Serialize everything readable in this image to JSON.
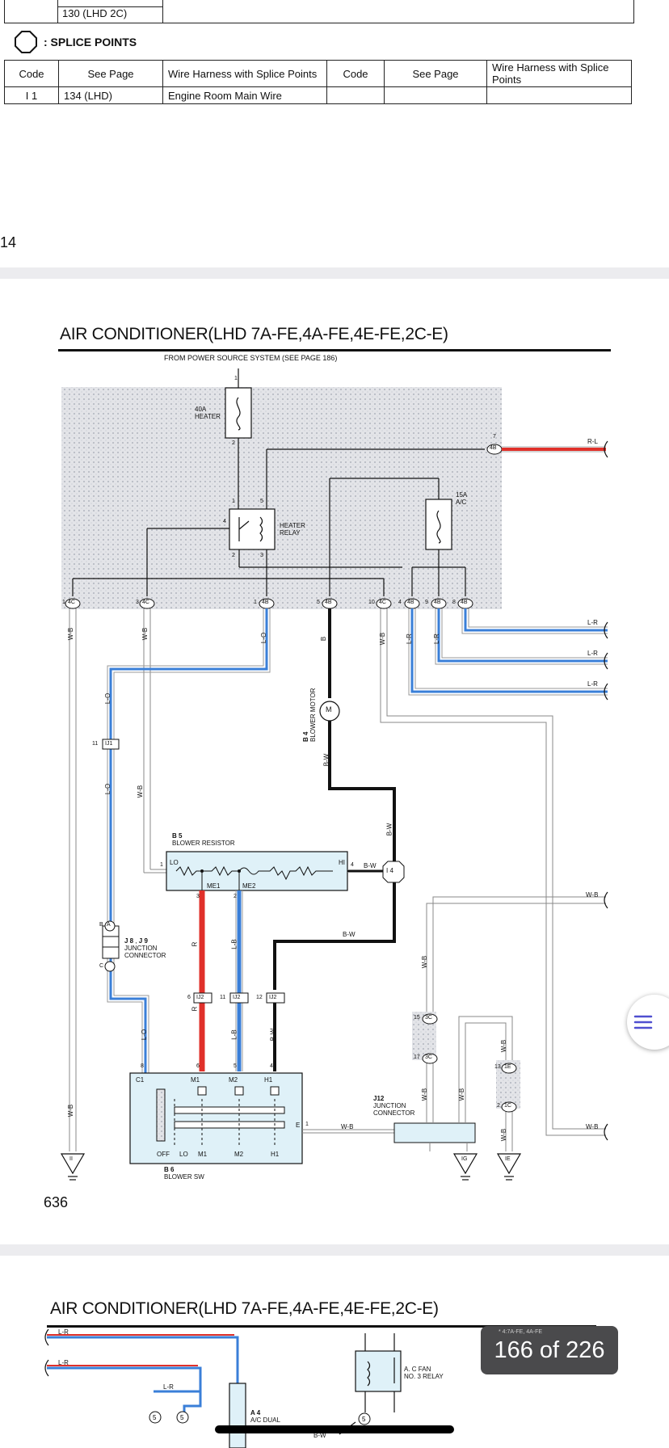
{
  "top_section": {
    "prev_row_see_page": "130 (LHD 2C)",
    "splice_label": ": SPLICE POINTS",
    "headers": [
      "Code",
      "See Page",
      "Wire Harness with Splice Points",
      "Code",
      "See Page",
      "Wire Harness with Splice Points"
    ],
    "row": [
      "I 1",
      "134 (LHD)",
      "Engine Room Main Wire",
      "",
      "",
      ""
    ],
    "page_number": "14"
  },
  "diagram_page": {
    "title": "AIR CONDITIONER(LHD 7A-FE,4A-FE,4E-FE,2C-E)",
    "power_source": "FROM POWER SOURCE SYSTEM (SEE PAGE 186)",
    "fuse_40a": [
      "40A",
      "HEATER"
    ],
    "fuse_15a": [
      "15A",
      "A/C"
    ],
    "heater_relay": [
      "HEATER",
      "RELAY"
    ],
    "blower_motor": [
      "B 4",
      "BLOWER MOTOR"
    ],
    "blower_resistor": [
      "B 5",
      "BLOWER RESISTOR"
    ],
    "blower_sw": [
      "B 6",
      "BLOWER SW"
    ],
    "junction_j8": [
      "J 8",
      "J 9",
      "JUNCTION",
      "CONNECTOR"
    ],
    "junction_j12": [
      "J12",
      "JUNCTION",
      "CONNECTOR"
    ],
    "connectors": {
      "c4c": "4C",
      "c4b": "4B",
      "ij1": "IJ1",
      "ij2": "IJ2",
      "i4": "I 4",
      "c3c": "3C",
      "c1e": "1E",
      "c1c": "1C",
      "ii": "II",
      "ig": "IG",
      "ie": "IE",
      "a": "A",
      "b": "B",
      "c": "C"
    },
    "pins": [
      "1",
      "2",
      "3",
      "4",
      "5",
      "6",
      "7",
      "8",
      "9",
      "10",
      "11",
      "12",
      "13",
      "15",
      "17"
    ],
    "wire_colors": {
      "rl": "R-L",
      "lr": "L-R",
      "wb": "W-B",
      "lo": "L-O",
      "bw": "B-W",
      "r": "R",
      "lb": "L-B",
      "b": "B"
    },
    "sw_labels": [
      "C1",
      "M1",
      "M2",
      "H1",
      "E",
      "OFF",
      "LO",
      "M1",
      "M2",
      "H1"
    ],
    "resistor_labels": [
      "LO",
      "HI",
      "ME1",
      "ME2"
    ],
    "motor_glyph": "M",
    "page_number": "636"
  },
  "next_page": {
    "title": "AIR CONDITIONER(LHD 7A-FE,4A-FE,4E-FE,2C-E)",
    "wire_lr": "L-R",
    "relay": [
      "A. C FAN",
      "NO. 3 RELAY"
    ],
    "a4": [
      "A 4",
      "A/C DUAL"
    ],
    "footnote": "* 4:7A-FE, 4A-FE",
    "bw": "B-W"
  },
  "viewer": {
    "page_counter": "166 of 226"
  },
  "colors": {
    "red_wire": "#e0302a",
    "blue_wire": "#3a7fd8",
    "light_blue_fill": "#dff1f8",
    "badge_bg": "#4a4a4c",
    "accent_menu": "#4f4fd0"
  }
}
